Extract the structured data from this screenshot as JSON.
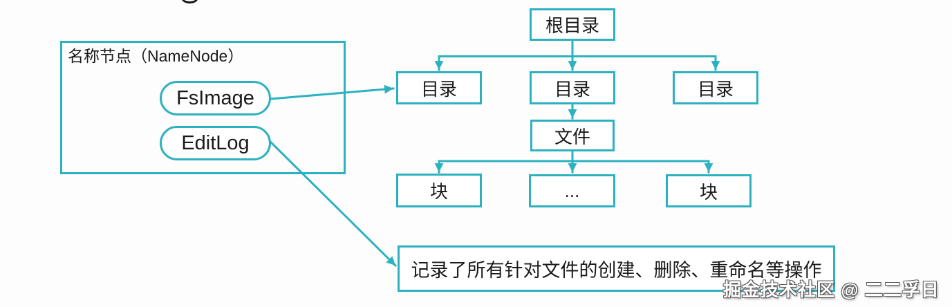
{
  "palette": {
    "line_teal": "#2cb1c0",
    "text_black": "#1a1a1a",
    "background": "#fdfdfd",
    "watermark_fill": "#ffffff",
    "watermark_outline": "#5a5a5a"
  },
  "namenode_panel": {
    "title": "名称节点（NameNode）",
    "pills": [
      {
        "label": "FsImage"
      },
      {
        "label": "EditLog"
      }
    ]
  },
  "tree": {
    "root": {
      "label": "根目录"
    },
    "dirs": [
      {
        "label": "目录"
      },
      {
        "label": "目录"
      },
      {
        "label": "目录"
      }
    ],
    "file": {
      "label": "文件"
    },
    "blocks": [
      {
        "label": "块"
      },
      {
        "label": "..."
      },
      {
        "label": "块"
      }
    ]
  },
  "note": {
    "text": "记录了所有针对文件的创建、删除、重命名等操作"
  },
  "watermark": {
    "text": "掘金技术社区 @ 二二孚日"
  }
}
